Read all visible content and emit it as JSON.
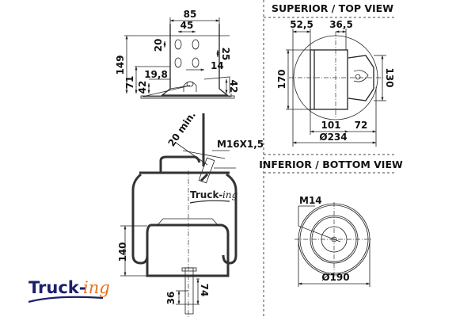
{
  "side_view": {
    "dimensions": {
      "bracket_width": "85",
      "hole_spacing_h": "45",
      "hole_spacing_v1": "20",
      "hole_spacing_v2": "25",
      "hole_offset": "14",
      "total_height": "149",
      "bracket_height": "71",
      "bracket_offset": "19,8",
      "plate_left": "42",
      "plate_right": "42",
      "angle_min": "20 min.",
      "thread": "M16X1,5",
      "body_height": "140",
      "stud_length": "36",
      "stud_total": "74"
    }
  },
  "top_view": {
    "title": "SUPERIOR / TOP VIEW",
    "dimensions": {
      "d1": "52,5",
      "d2": "36,5",
      "height_left": "170",
      "height_right": "130",
      "w1": "101",
      "w2": "72",
      "diameter": "Ø234"
    }
  },
  "bottom_view": {
    "title": "INFERIOR / BOTTOM VIEW",
    "dimensions": {
      "thread": "M14",
      "diameter": "Ø190"
    }
  },
  "logo": {
    "main": "Truck-",
    "suffix": "ing",
    "main_color": "#1b1f6b",
    "suffix_color": "#e8721c"
  },
  "watermark_logo": {
    "main": "Truck-",
    "suffix": "ing"
  }
}
